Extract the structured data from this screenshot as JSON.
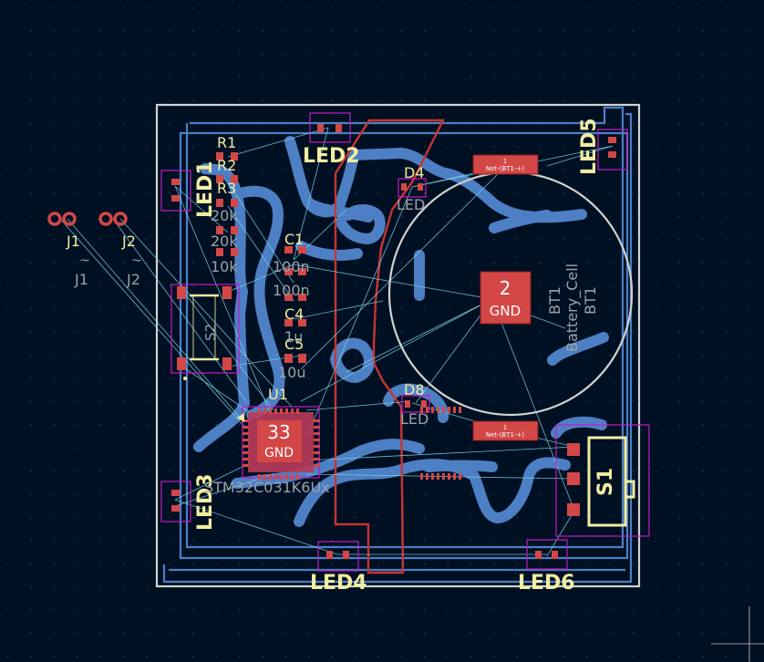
{
  "app": {
    "view": "PCB Editor canvas"
  },
  "colors": {
    "background": "#001023",
    "grid": "#2e3d5c",
    "copper_back": "#4d7fc4",
    "copper_front": "#c83434",
    "courtyard": "#c31bc3",
    "silkscreen": "#f2eda1",
    "fab": "#9aa3a8",
    "edge_cuts": "#d0d2cd",
    "ratsnest": "#7bd6e8",
    "pad": "#d34747"
  },
  "board": {
    "components": {
      "r1": "R1",
      "r2": "R2",
      "r3": "R3",
      "r_val_a": "20k",
      "r_val_b": "20k",
      "r_val_c": "10k",
      "c1": "C1",
      "c1_val": "100n",
      "c_val2": "100n",
      "c4": "C4",
      "c4_val": "1u",
      "c5": "C5",
      "c5_val": "10u",
      "led1": "LED1",
      "led2": "LED2",
      "led3": "LED3",
      "led4": "LED4",
      "led5": "LED5",
      "led6": "LED6",
      "d4": "D4",
      "d4_val": "LED",
      "d8": "D8",
      "d8_val": "LED",
      "j1": "J1",
      "j1_fab": "J1",
      "j2": "J2",
      "j2_fab": "J2",
      "tilde": "~",
      "s1": "S1",
      "s2": "S2",
      "u1": "U1",
      "u1_val": "STM32C031K6Ux",
      "u1_pad_num": "33",
      "u1_pad_net": "GND",
      "bt1": "BT1",
      "bt1_fab": "BT1",
      "bt1_val": "Battery_Cell",
      "bt1_pad_num": "2",
      "bt1_pad_net": "GND",
      "bt1_pad1_num": "1",
      "bt1_pad1_net": "Net-(BT1-+)"
    }
  }
}
